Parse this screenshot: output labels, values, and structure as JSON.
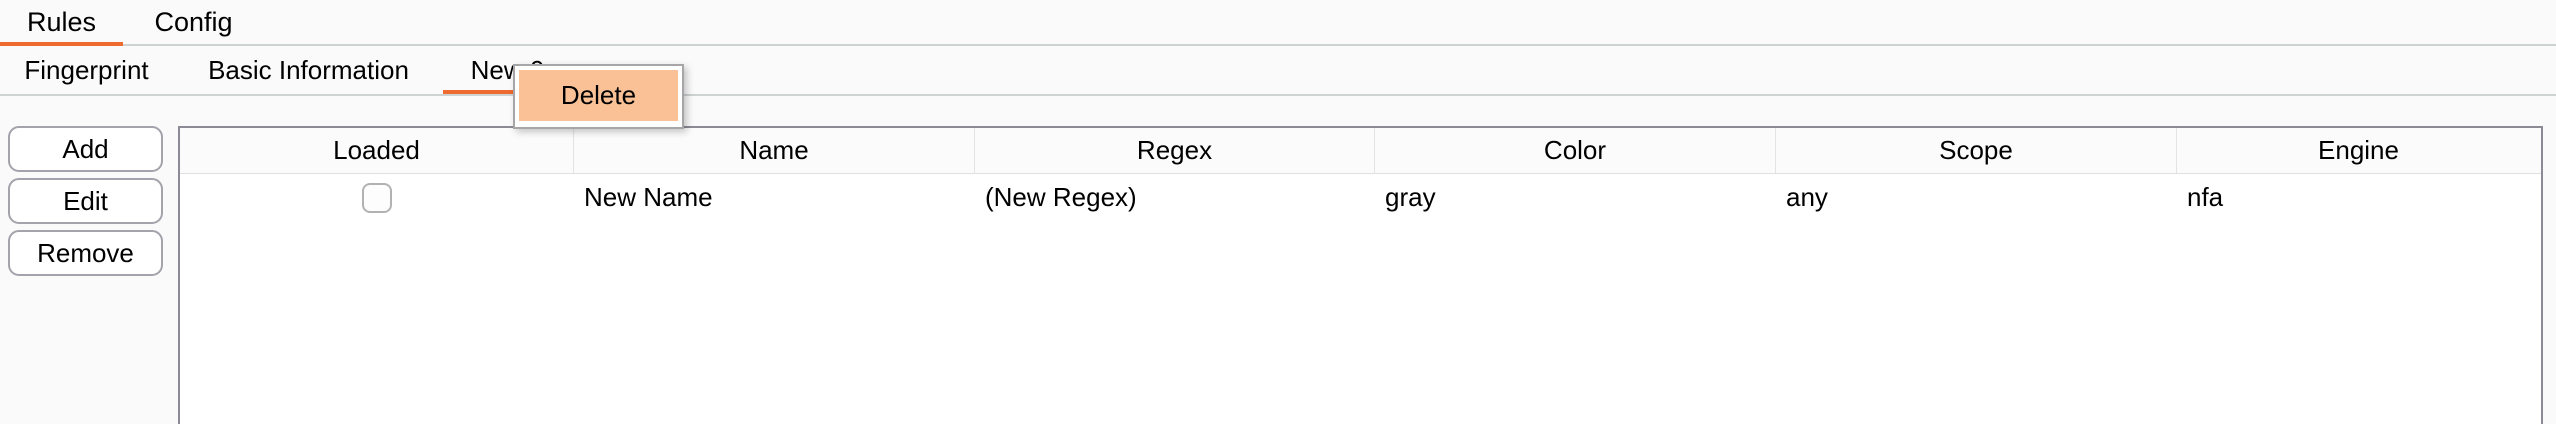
{
  "tabs_primary": [
    {
      "label": "Rules",
      "active": true
    },
    {
      "label": "Config",
      "active": false
    }
  ],
  "tabs_secondary": [
    {
      "label": "Fingerprint",
      "active": false
    },
    {
      "label": "Basic Information",
      "active": false
    },
    {
      "label": "New 0",
      "active": true
    }
  ],
  "context_menu": {
    "items": [
      {
        "label": "Delete",
        "highlighted": true
      }
    ]
  },
  "actions": {
    "add": "Add",
    "edit": "Edit",
    "remove": "Remove"
  },
  "table": {
    "columns": [
      "Loaded",
      "Name",
      "Regex",
      "Color",
      "Scope",
      "Engine"
    ],
    "rows": [
      {
        "loaded": false,
        "name": "New Name",
        "regex": "(New Regex)",
        "color": "gray",
        "scope": "any",
        "engine": "nfa"
      }
    ]
  },
  "colors": {
    "accent_orange": "#ee6a2f",
    "menu_highlight": "#f9c195",
    "table_border": "#8b8b95",
    "divider": "#cdd2d2",
    "background": "#fafafa"
  }
}
